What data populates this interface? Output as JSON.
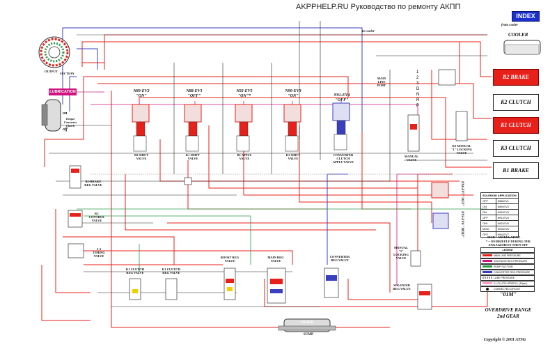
{
  "header": {
    "site": "AKPPHELP.RU Руководство по ремонту АКПП",
    "index": "INDEX"
  },
  "cooler": {
    "from": "from cooler",
    "label": "COOLER",
    "to": "to cooler"
  },
  "components": {
    "b2_brake": "B2 BRAKE",
    "k2_clutch": "K2 CLUTCH",
    "k1_clutch": "K1 CLUTCH",
    "k3_clutch": "K3 CLUTCH",
    "b1_brake": "B1 BRAKE"
  },
  "left": {
    "output": "OUTPUT",
    "suction": "SUCTION",
    "lubrication": "LUBRICATION",
    "on": "on",
    "tcc": "Torque Converter Clutch",
    "off": "off"
  },
  "solenoids": [
    {
      "name": "N89-EV2",
      "state": "\"ON\"",
      "valve": "B2 SHIFT VALVE"
    },
    {
      "name": "N88-EV1",
      "state": "\"OFF\"",
      "valve": "K1 SHIFT VALVE"
    },
    {
      "name": "N92-EV5",
      "state": "\"ON\"*",
      "valve": "B1 APPLY VALVE"
    },
    {
      "name": "N90-EV3",
      "state": "\"ON\"",
      "valve": "K3 SHIFT VALVE"
    },
    {
      "name": "N91-EV4",
      "state": "\"OFF\"",
      "valve": "CONVERTER CLUTCH APPLY VALVE"
    }
  ],
  "right_solenoids": {
    "n94": "N94-EV7 \"OFF\"",
    "n93": "N93-EV6 \"MOD\""
  },
  "valves": {
    "b2_brake_reg": "B2-BRAKE REG VALVE",
    "k1_control": "K1 CONTROL VALVE",
    "timing_2_3": "2-3 TIMING VALVE",
    "k1_clutch_reg": "K1 CLUTCH REG VALVE",
    "k1_clutch_reg2": "K1 CLUTCH REG VALVE",
    "boost": "BOOST REG VALVE",
    "main_reg": "MAIN REG VALVE",
    "converter_reg": "CONVERTER REG VALVE",
    "manual_1_lock": "MANUAL \"1\" LOCKING VALVE",
    "solenoid_reg": "SOLENOID REG VALVE",
    "manual": "MANUAL VALVE",
    "k3_manual_lock": "K3 MANUAL \"1\" LOCKING VALVE",
    "main_line_port": "MAIN LINE PORT"
  },
  "gears": [
    "1",
    "2",
    "3",
    "D",
    "N",
    "R",
    "P"
  ],
  "solenoid_table": {
    "title": "SOLENOID APPLICATION",
    "rows": [
      [
        "OFF",
        "N88-EV1"
      ],
      [
        "ON",
        "N89-EV2"
      ],
      [
        "ON",
        "N90-EV3"
      ],
      [
        "OFF",
        "N91-EV4"
      ],
      [
        "ON*",
        "N92-EV5"
      ],
      [
        "MOD",
        "N93-EV6"
      ],
      [
        "OFF",
        "N94-EV7"
      ]
    ],
    "note1": "MOD = MODULATING",
    "note2": "* = ON BRIEFLY DURING THE ENGAGEMENT THEN OFF"
  },
  "legend": {
    "title": "LEGEND",
    "items": [
      {
        "label": "MAIN LINE PRESSURE",
        "color": "#e8201a"
      },
      {
        "label": "SOLENOID REG.PRESSURE",
        "color": "#d0137e"
      },
      {
        "label": "PUMP SUCTION",
        "color": "#2a9a4a"
      },
      {
        "label": "CONVERTER REG.PRESSURE",
        "color": "#3a3fc0"
      },
      {
        "label": "LUBE PRESSURE",
        "color": "#999999"
      },
      {
        "label": "K1 CLUTCH PREFILL (10psi.)",
        "color": "#ff9ec8"
      },
      {
        "label": "CONNECTED CIRCUIT",
        "color": "#111111"
      }
    ]
  },
  "footer": {
    "model": "\"01M\"",
    "range": "OVERDRIVE RANGE",
    "gear": "2nd GEAR",
    "copyright": "Copyright © 2001 ATSG",
    "filter": "FILTER",
    "sump": "SUMP"
  },
  "colors": {
    "main": "#e8201a",
    "sol": "#d0137e",
    "suction": "#2a9a4a",
    "conv": "#3a3fc0",
    "exhaust": "#111111"
  }
}
